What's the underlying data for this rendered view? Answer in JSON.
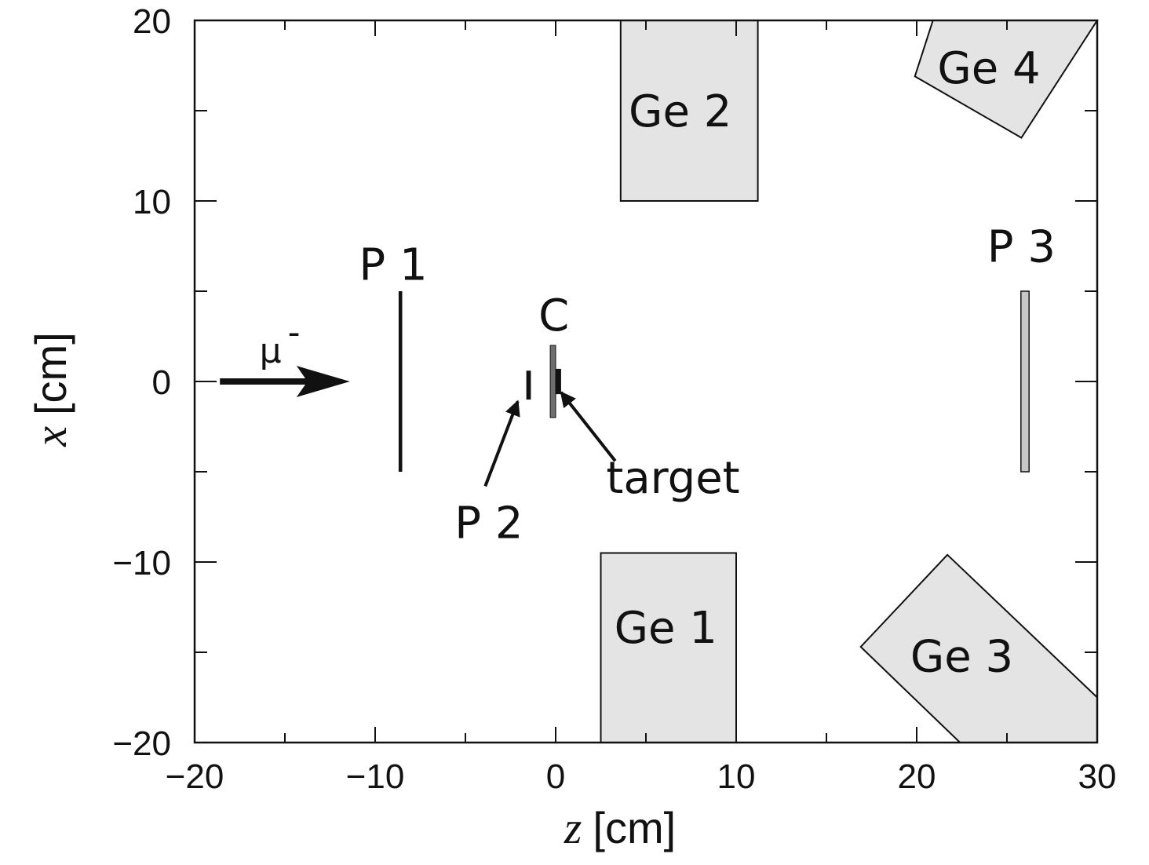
{
  "chart_data": {
    "type": "diagram",
    "x_axis": {
      "label_var": "z",
      "label_unit": "[cm]",
      "range": [
        -20,
        30
      ],
      "major_ticks": [
        -20,
        -10,
        0,
        10,
        20,
        30
      ],
      "minor_step": 5
    },
    "y_axis": {
      "label_var": "x",
      "label_unit": "[cm]",
      "range": [
        -20,
        20
      ],
      "major_ticks": [
        -20,
        -10,
        0,
        10,
        20
      ],
      "minor_step": 5
    },
    "tick_labels_x": [
      "−20",
      "−10",
      "0",
      "10",
      "20",
      "30"
    ],
    "tick_labels_y": [
      "20",
      "10",
      "0",
      "−10",
      "−20"
    ],
    "detectors": [
      {
        "label": "Ge 1",
        "polygon": [
          [
            2.5,
            -9.5
          ],
          [
            10.0,
            -9.5
          ],
          [
            10.0,
            -20.0
          ],
          [
            2.5,
            -20.0
          ]
        ],
        "label_at": [
          6.1,
          -13.6
        ]
      },
      {
        "label": "Ge 2",
        "polygon": [
          [
            3.6,
            20.0
          ],
          [
            11.2,
            20.0
          ],
          [
            11.2,
            10.0
          ],
          [
            3.6,
            10.0
          ]
        ],
        "label_at": [
          6.9,
          15.0
        ]
      },
      {
        "label": "Ge 3",
        "polygon": [
          [
            21.7,
            -9.6
          ],
          [
            30.0,
            -17.5
          ],
          [
            30.0,
            -20.0
          ],
          [
            22.4,
            -20.0
          ],
          [
            16.9,
            -14.7
          ]
        ],
        "label_at": [
          22.5,
          -15.2
        ]
      },
      {
        "label": "Ge 4",
        "polygon": [
          [
            20.9,
            20.0
          ],
          [
            30.0,
            20.0
          ],
          [
            25.8,
            13.5
          ],
          [
            19.9,
            16.9
          ]
        ],
        "label_at": [
          24.0,
          17.4
        ]
      }
    ],
    "planes": [
      {
        "label": "P 1",
        "z": -8.6,
        "x_range": [
          -5.0,
          5.0
        ],
        "width": 0.2,
        "style": "line",
        "label_at": [
          -9.0,
          6.5
        ]
      },
      {
        "label": "P 2",
        "z": -1.5,
        "x_range": [
          -1.0,
          0.6
        ],
        "width": 0.25,
        "style": "line",
        "label_at": [
          -3.7,
          -7.8
        ]
      },
      {
        "label": "P 3",
        "z": 26.0,
        "x_range": [
          -5.0,
          5.0
        ],
        "width": 0.45,
        "style": "light-bar",
        "label_at": [
          25.8,
          7.5
        ]
      }
    ],
    "collimator": {
      "label": "C",
      "z": -0.15,
      "x_range": [
        -2.0,
        2.0
      ],
      "width": 0.3,
      "label_at": [
        -0.1,
        3.7
      ]
    },
    "target": {
      "label": "target",
      "z": 0.15,
      "x_range": [
        -0.7,
        0.7
      ],
      "width": 0.3,
      "label_at": [
        6.5,
        -5.3
      ]
    },
    "muon_beam": {
      "label": "μ",
      "superscript": "-",
      "from": [
        -18.6,
        0.0
      ],
      "to": [
        -11.4,
        0.0
      ],
      "label_at": [
        -15.8,
        2.0
      ]
    },
    "pointers": [
      {
        "from": [
          -3.9,
          -5.8
        ],
        "to": [
          -2.1,
          -1.1
        ]
      },
      {
        "from": [
          3.3,
          -4.4
        ],
        "to": [
          0.3,
          -0.6
        ]
      }
    ],
    "colors": {
      "detector_fill": "#e4e4e4",
      "stroke": "#111111",
      "collimator_fill": "#6e6e6e",
      "plane_p3_fill": "#c8c8c8"
    }
  }
}
